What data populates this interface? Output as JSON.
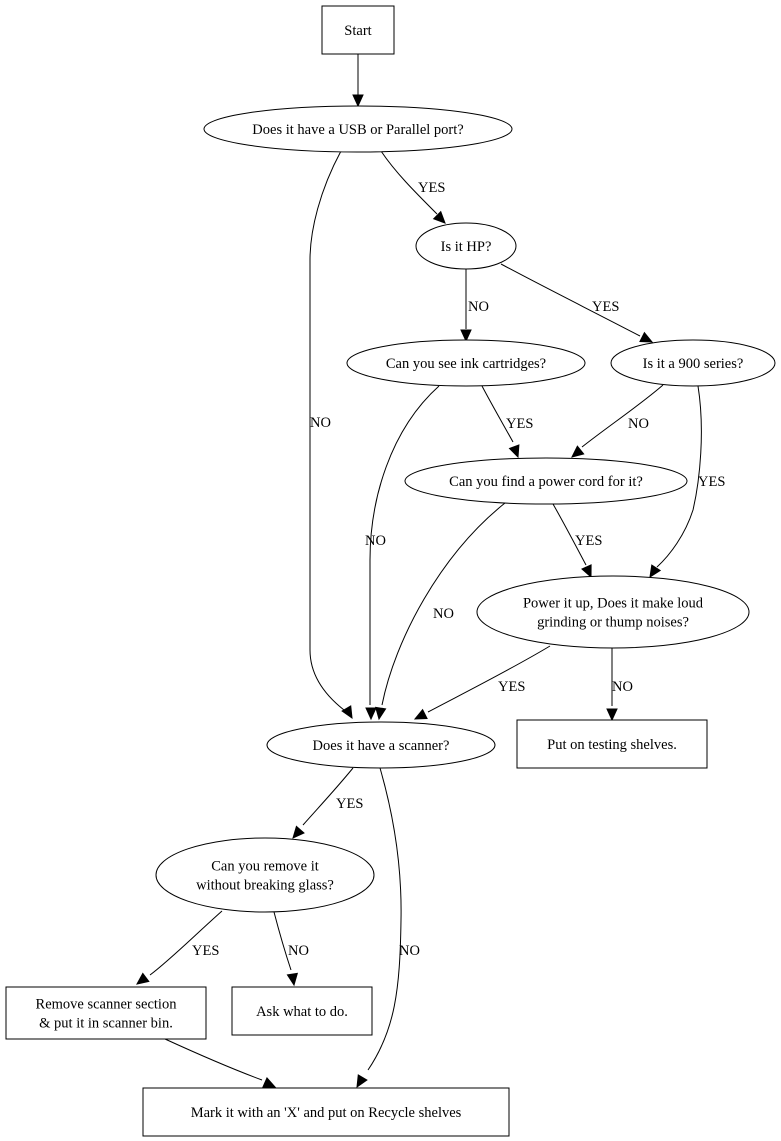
{
  "diagram": {
    "type": "flowchart",
    "nodes": [
      {
        "id": "start",
        "shape": "box",
        "lines": [
          "Start"
        ]
      },
      {
        "id": "usb_port",
        "shape": "ellipse",
        "lines": [
          "Does it have a USB or Parallel port?"
        ]
      },
      {
        "id": "is_hp",
        "shape": "ellipse",
        "lines": [
          "Is it HP?"
        ]
      },
      {
        "id": "ink_cartridges",
        "shape": "ellipse",
        "lines": [
          "Can you see ink cartridges?"
        ]
      },
      {
        "id": "series_900",
        "shape": "ellipse",
        "lines": [
          "Is it a 900 series?"
        ]
      },
      {
        "id": "power_cord",
        "shape": "ellipse",
        "lines": [
          "Can you find a power cord for it?"
        ]
      },
      {
        "id": "power_up",
        "shape": "ellipse",
        "lines": [
          "Power it up, Does it make loud",
          "grinding or thump noises?"
        ]
      },
      {
        "id": "has_scanner",
        "shape": "ellipse",
        "lines": [
          "Does it have a scanner?"
        ]
      },
      {
        "id": "testing_shelves",
        "shape": "box",
        "lines": [
          "Put on testing shelves."
        ]
      },
      {
        "id": "remove_glass",
        "shape": "ellipse",
        "lines": [
          "Can you remove it",
          "without breaking glass?"
        ]
      },
      {
        "id": "remove_scanner",
        "shape": "box",
        "lines": [
          "Remove scanner section",
          "& put it in scanner bin."
        ]
      },
      {
        "id": "ask",
        "shape": "box",
        "lines": [
          "Ask what to do."
        ]
      },
      {
        "id": "recycle",
        "shape": "box",
        "lines": [
          "Mark it with an 'X' and put on Recycle shelves"
        ]
      }
    ],
    "edges": [
      {
        "from": "start",
        "to": "usb_port",
        "label": ""
      },
      {
        "from": "usb_port",
        "to": "is_hp",
        "label": "YES"
      },
      {
        "from": "usb_port",
        "to": "has_scanner",
        "label": "NO"
      },
      {
        "from": "is_hp",
        "to": "ink_cartridges",
        "label": "NO"
      },
      {
        "from": "is_hp",
        "to": "series_900",
        "label": "YES"
      },
      {
        "from": "ink_cartridges",
        "to": "power_cord",
        "label": "YES"
      },
      {
        "from": "ink_cartridges",
        "to": "has_scanner",
        "label": "NO"
      },
      {
        "from": "series_900",
        "to": "power_cord",
        "label": "NO"
      },
      {
        "from": "series_900",
        "to": "power_up",
        "label": "YES"
      },
      {
        "from": "power_cord",
        "to": "power_up",
        "label": "YES"
      },
      {
        "from": "power_cord",
        "to": "has_scanner",
        "label": "NO"
      },
      {
        "from": "power_up",
        "to": "has_scanner",
        "label": "YES"
      },
      {
        "from": "power_up",
        "to": "testing_shelves",
        "label": "NO"
      },
      {
        "from": "has_scanner",
        "to": "remove_glass",
        "label": "YES"
      },
      {
        "from": "has_scanner",
        "to": "recycle",
        "label": "NO"
      },
      {
        "from": "remove_glass",
        "to": "remove_scanner",
        "label": "YES"
      },
      {
        "from": "remove_glass",
        "to": "ask",
        "label": "NO"
      },
      {
        "from": "remove_scanner",
        "to": "recycle",
        "label": ""
      }
    ]
  }
}
